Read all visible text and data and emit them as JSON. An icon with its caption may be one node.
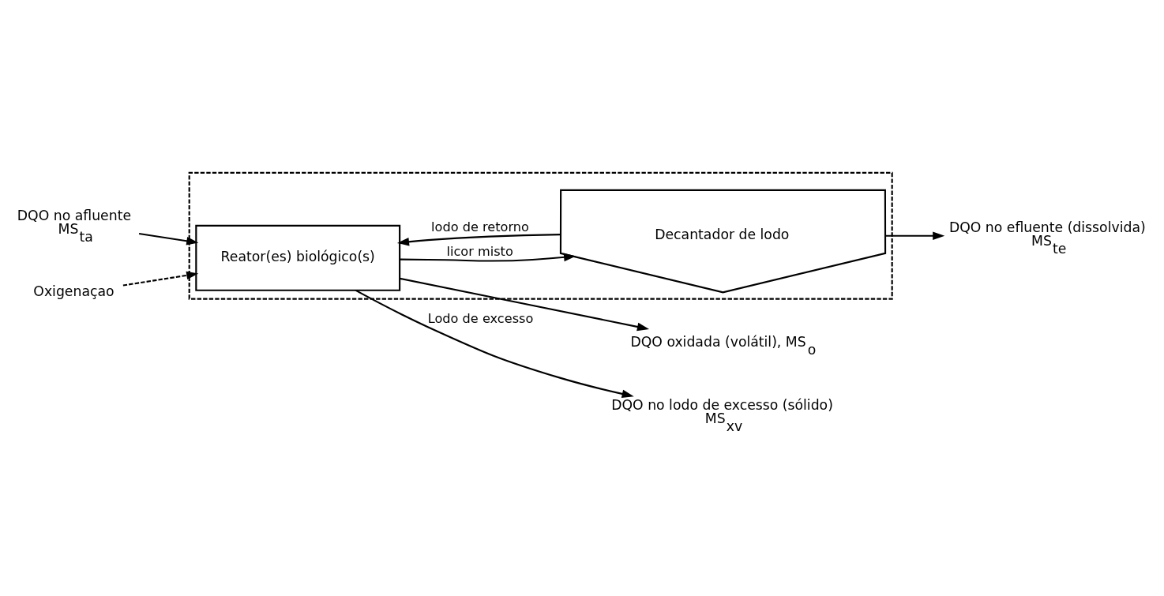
{
  "diagram": {
    "nodes": [
      {
        "text": [],
        "shape": "box"
      },
      {
        "text": [
          "Reator(es) biológico(s)"
        ],
        "in": 0
      },
      {
        "text": [
          "Decantador de lodo"
        ],
        "in": 0
      },
      {
        "text": [
          "DQO no afluente",
          "MS$_{ta}$"
        ]
      },
      {
        "text": [
          "DQO oxidada (volátil), MS$_{o}$"
        ]
      },
      {
        "text": [
          "Oxigenaçao"
        ]
      },
      {
        "text": [
          "DQO no efluente (dissolvida)",
          "MS$_{te}$"
        ]
      },
      {
        "text": [
          "DQO no lodo de excesso (sólido)",
          "MS$_{xv}$"
        ]
      }
    ],
    "edges": [
      {
        "from": 3,
        "to": 1,
        "arrow": "to"
      },
      {
        "from": 1,
        "to": 4,
        "arrow": "to"
      },
      {
        "from": 5,
        "to": 1,
        "arrow": "to",
        "style": "dashed"
      },
      {
        "from": 1,
        "to": 2,
        "arrow": "to",
        "label": "licor misto"
      },
      {
        "from": 2,
        "to": 6,
        "arrow": "to"
      },
      {
        "from": 2,
        "to": 1,
        "arrow": "to",
        "label": "lodo de retorno"
      },
      {
        "from": 1,
        "to": 7,
        "arrow": "to",
        "label": "Lodo de excesso"
      }
    ]
  }
}
